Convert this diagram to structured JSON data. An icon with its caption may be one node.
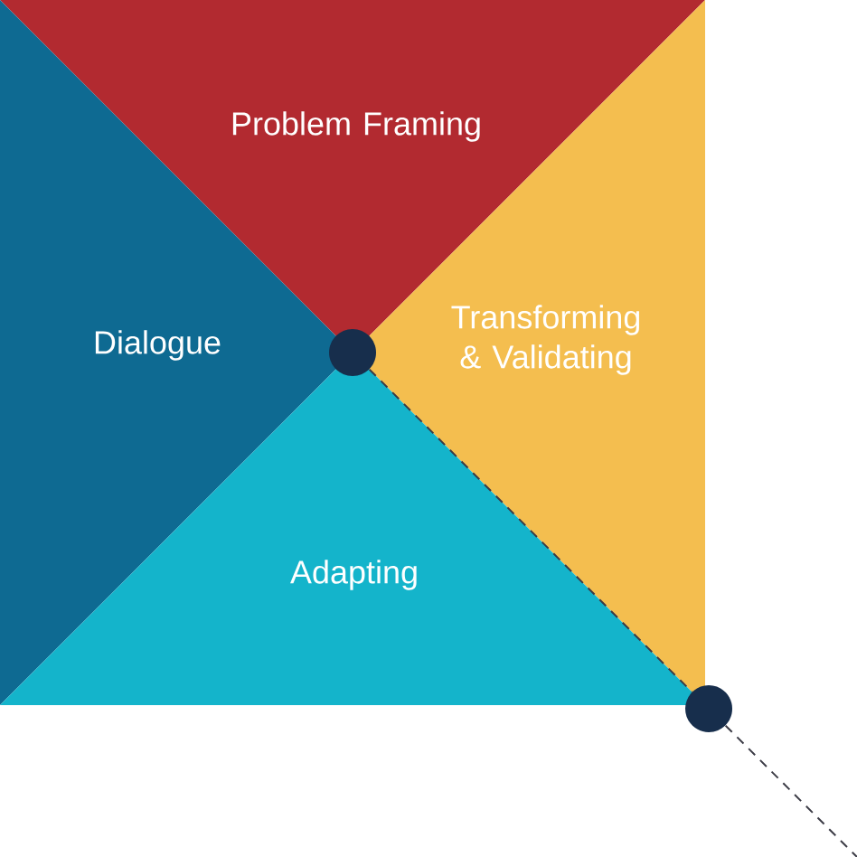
{
  "diagram": {
    "nodes": [
      {
        "text": [
          "Problem Framing"
        ]
      },
      {
        "text": [
          "Dialogue"
        ]
      },
      {
        "text": [
          "Transforming & Validating"
        ]
      },
      {
        "text": [
          "Adapting"
        ]
      },
      {
        "text": [],
        "shape": "circle"
      },
      {
        "text": [],
        "shape": "circle"
      }
    ],
    "edges": [
      {
        "from": 4,
        "to": 5,
        "arrow": "none",
        "style": "dashed"
      },
      {
        "from": 5,
        "to": null,
        "arrow": "none",
        "style": "dashed"
      }
    ]
  }
}
